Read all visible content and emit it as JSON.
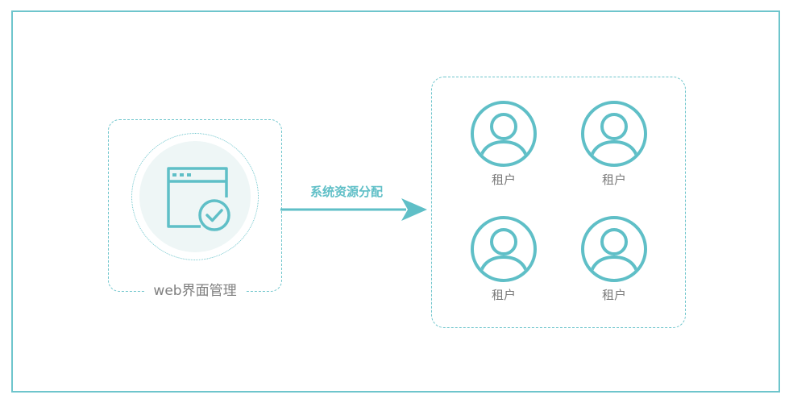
{
  "diagram": {
    "web_panel_label": "web界面管理",
    "arrow_label": "系统资源分配",
    "tenants": [
      {
        "label": "租户"
      },
      {
        "label": "租户"
      },
      {
        "label": "租户"
      },
      {
        "label": "租户"
      }
    ],
    "colors": {
      "accent": "#5fbfc7",
      "frame": "#6ec5cc",
      "text": "#7a7a7a",
      "circle_fill": "#eef6f6"
    },
    "icons": [
      "browser-window-icon",
      "checkmark-circle-icon",
      "user-icon"
    ]
  }
}
